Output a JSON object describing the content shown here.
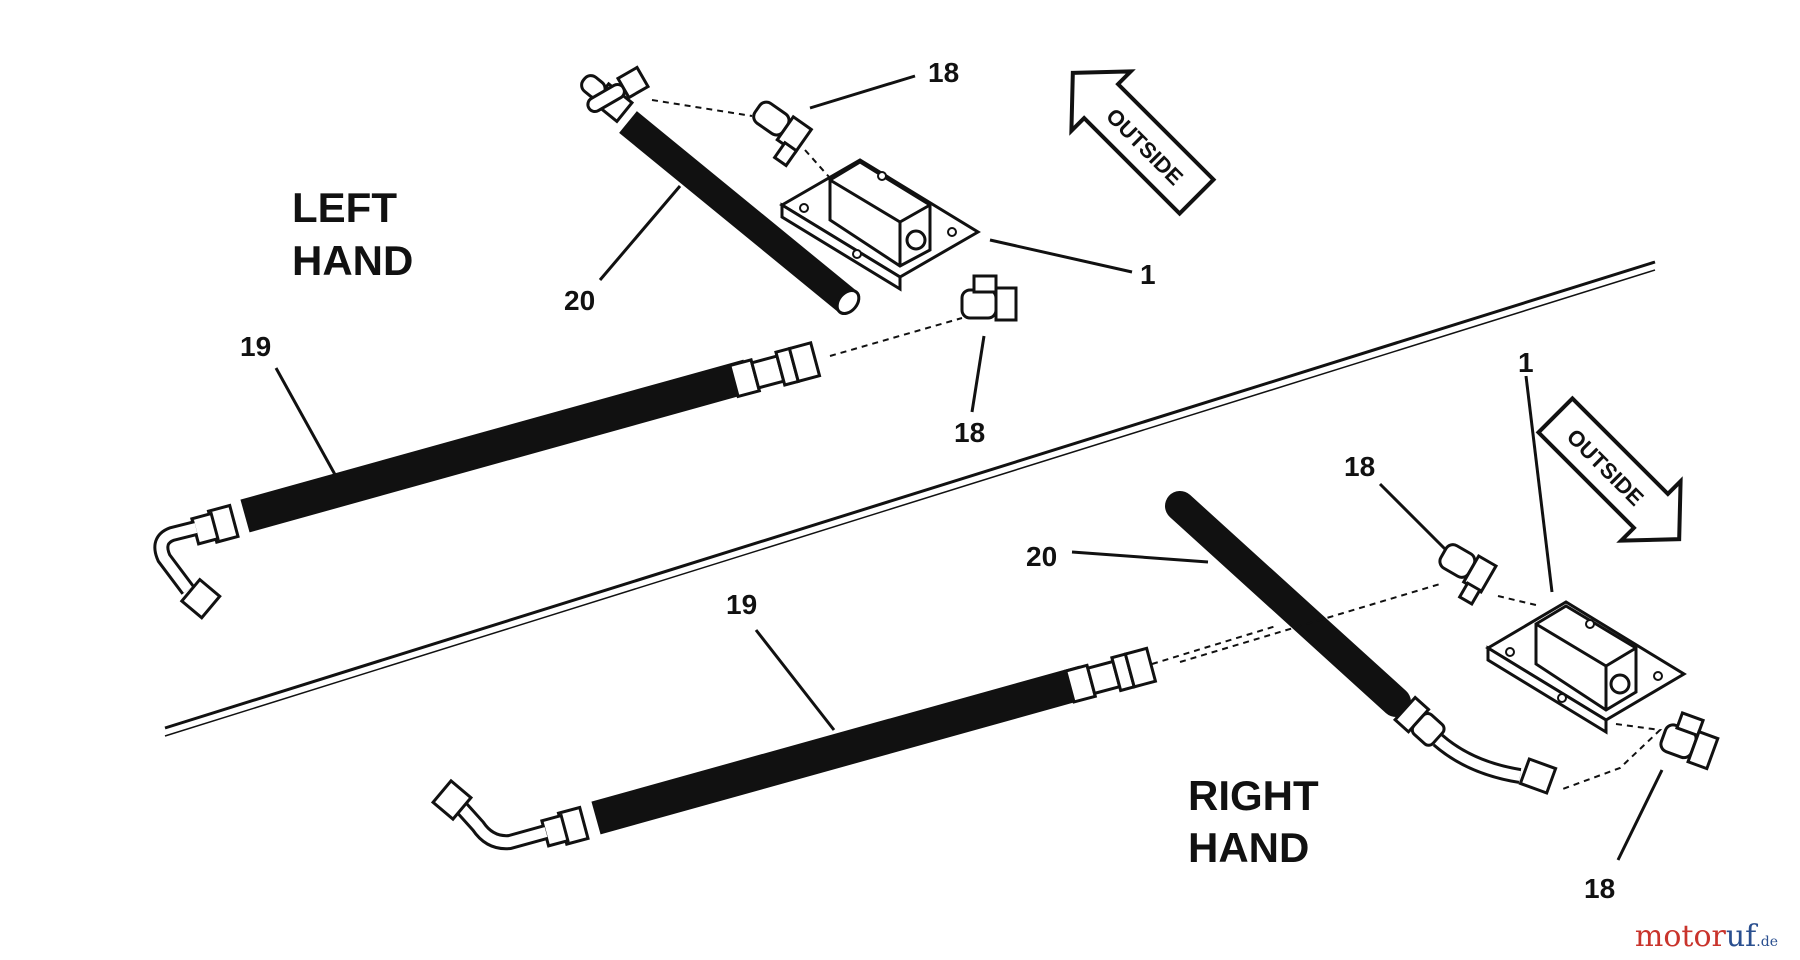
{
  "labels": {
    "left_hand_line1": "LEFT",
    "left_hand_line2": "HAND",
    "right_hand_line1": "RIGHT",
    "right_hand_line2": "HAND",
    "outside_top": "OUTSIDE",
    "outside_bottom": "OUTSIDE"
  },
  "callouts": {
    "lh_18_top": "18",
    "lh_18_bottom": "18",
    "lh_1": "1",
    "lh_20": "20",
    "lh_19": "19",
    "rh_1": "1",
    "rh_18_top": "18",
    "rh_18_bottom": "18",
    "rh_20": "20",
    "rh_19": "19"
  },
  "watermark": {
    "part_a": "motor",
    "part_b": "uf",
    "tld": ".de"
  }
}
